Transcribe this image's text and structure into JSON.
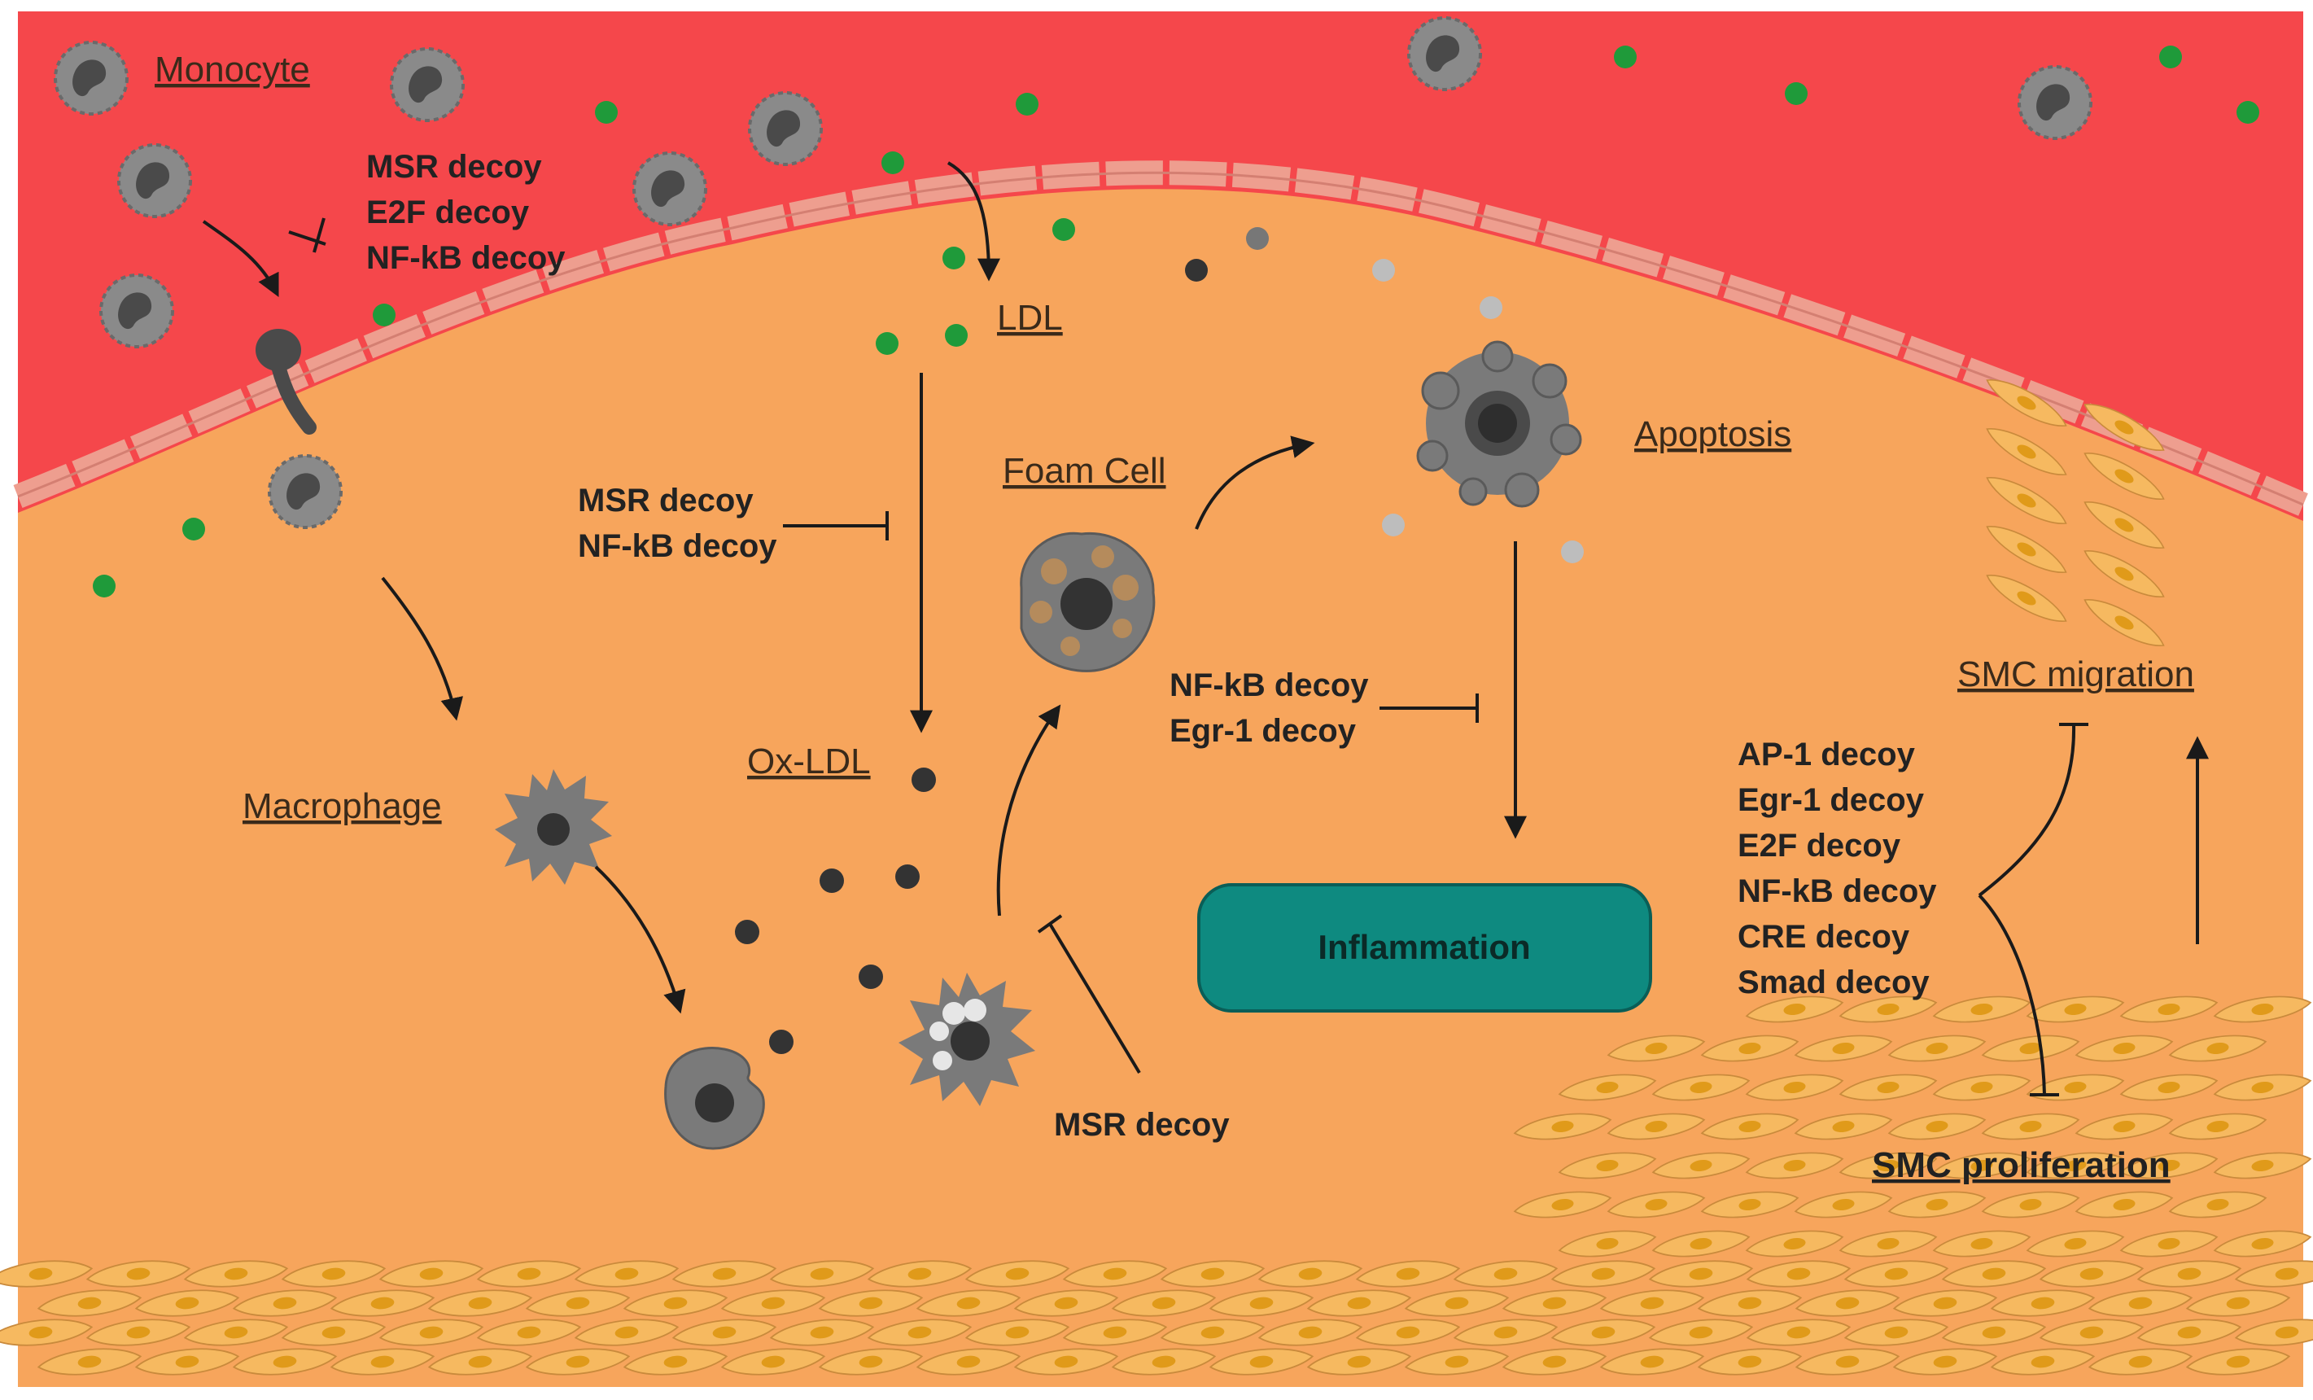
{
  "colors": {
    "vessel_lumen": "#f5474b",
    "intima": "#f7a55c",
    "endothelium": "#ee9e8f",
    "smc": "#f4c16a",
    "inflammation_box": "#0e8a80",
    "ldl": "#1f9a3a",
    "ox_ldl": "#333333",
    "cell_gray": "#7a7a7a"
  },
  "labels": {
    "monocyte": "Monocyte",
    "ldl": "LDL",
    "foam_cell": "Foam Cell",
    "apoptosis": "Apoptosis",
    "macrophage": "Macrophage",
    "ox_ldl": "Ox-LDL",
    "smc_migration": "SMC migration",
    "smc_proliferation": "SMC proliferation",
    "inflammation": "Inflammation"
  },
  "decoys": {
    "monocyte_group": [
      "MSR  decoy",
      "E2F decoy",
      "NF-kB decoy"
    ],
    "ldl_group": [
      "MSR  decoy",
      "NF-kB decoy"
    ],
    "inflammation_group": [
      "NF-kB decoy",
      "Egr-1 decoy"
    ],
    "smc_group": [
      "AP-1 decoy",
      "Egr-1 decoy",
      "E2F decoy",
      "NF-kB decoy",
      "CRE decoy",
      "Smad decoy"
    ],
    "foam_group": "MSR  decoy"
  },
  "icons": [
    "monocyte-icon",
    "ldl-particle-icon",
    "ox-ldl-particle-icon",
    "macrophage-icon",
    "foam-cell-icon",
    "apoptotic-cell-icon",
    "smooth-muscle-cell-icon"
  ]
}
